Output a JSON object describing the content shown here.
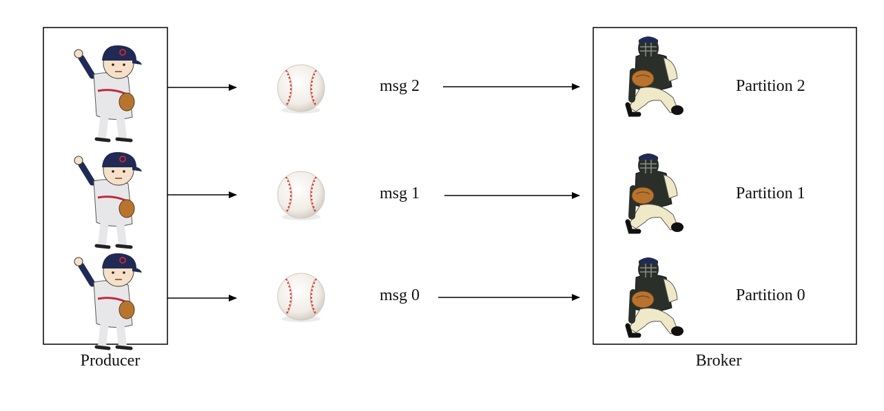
{
  "producer": {
    "label": "Producer",
    "pitchers": 3
  },
  "broker": {
    "label": "Broker"
  },
  "rows": [
    {
      "message": "msg 2",
      "partition": "Partition 2"
    },
    {
      "message": "msg 1",
      "partition": "Partition 1"
    },
    {
      "message": "msg 0",
      "partition": "Partition 0"
    }
  ],
  "icons": {
    "producer_figure": "baseball-pitcher-icon",
    "message_figure": "baseball-icon",
    "partition_figure": "baseball-catcher-icon",
    "arrow": "arrow-right-icon"
  },
  "colors": {
    "cap": "#1f2b55",
    "uniform_accent": "#c0283a",
    "stitch": "#c23a2a",
    "mitt": "#b8742f",
    "catcher_uniform": "#efe9c8"
  }
}
